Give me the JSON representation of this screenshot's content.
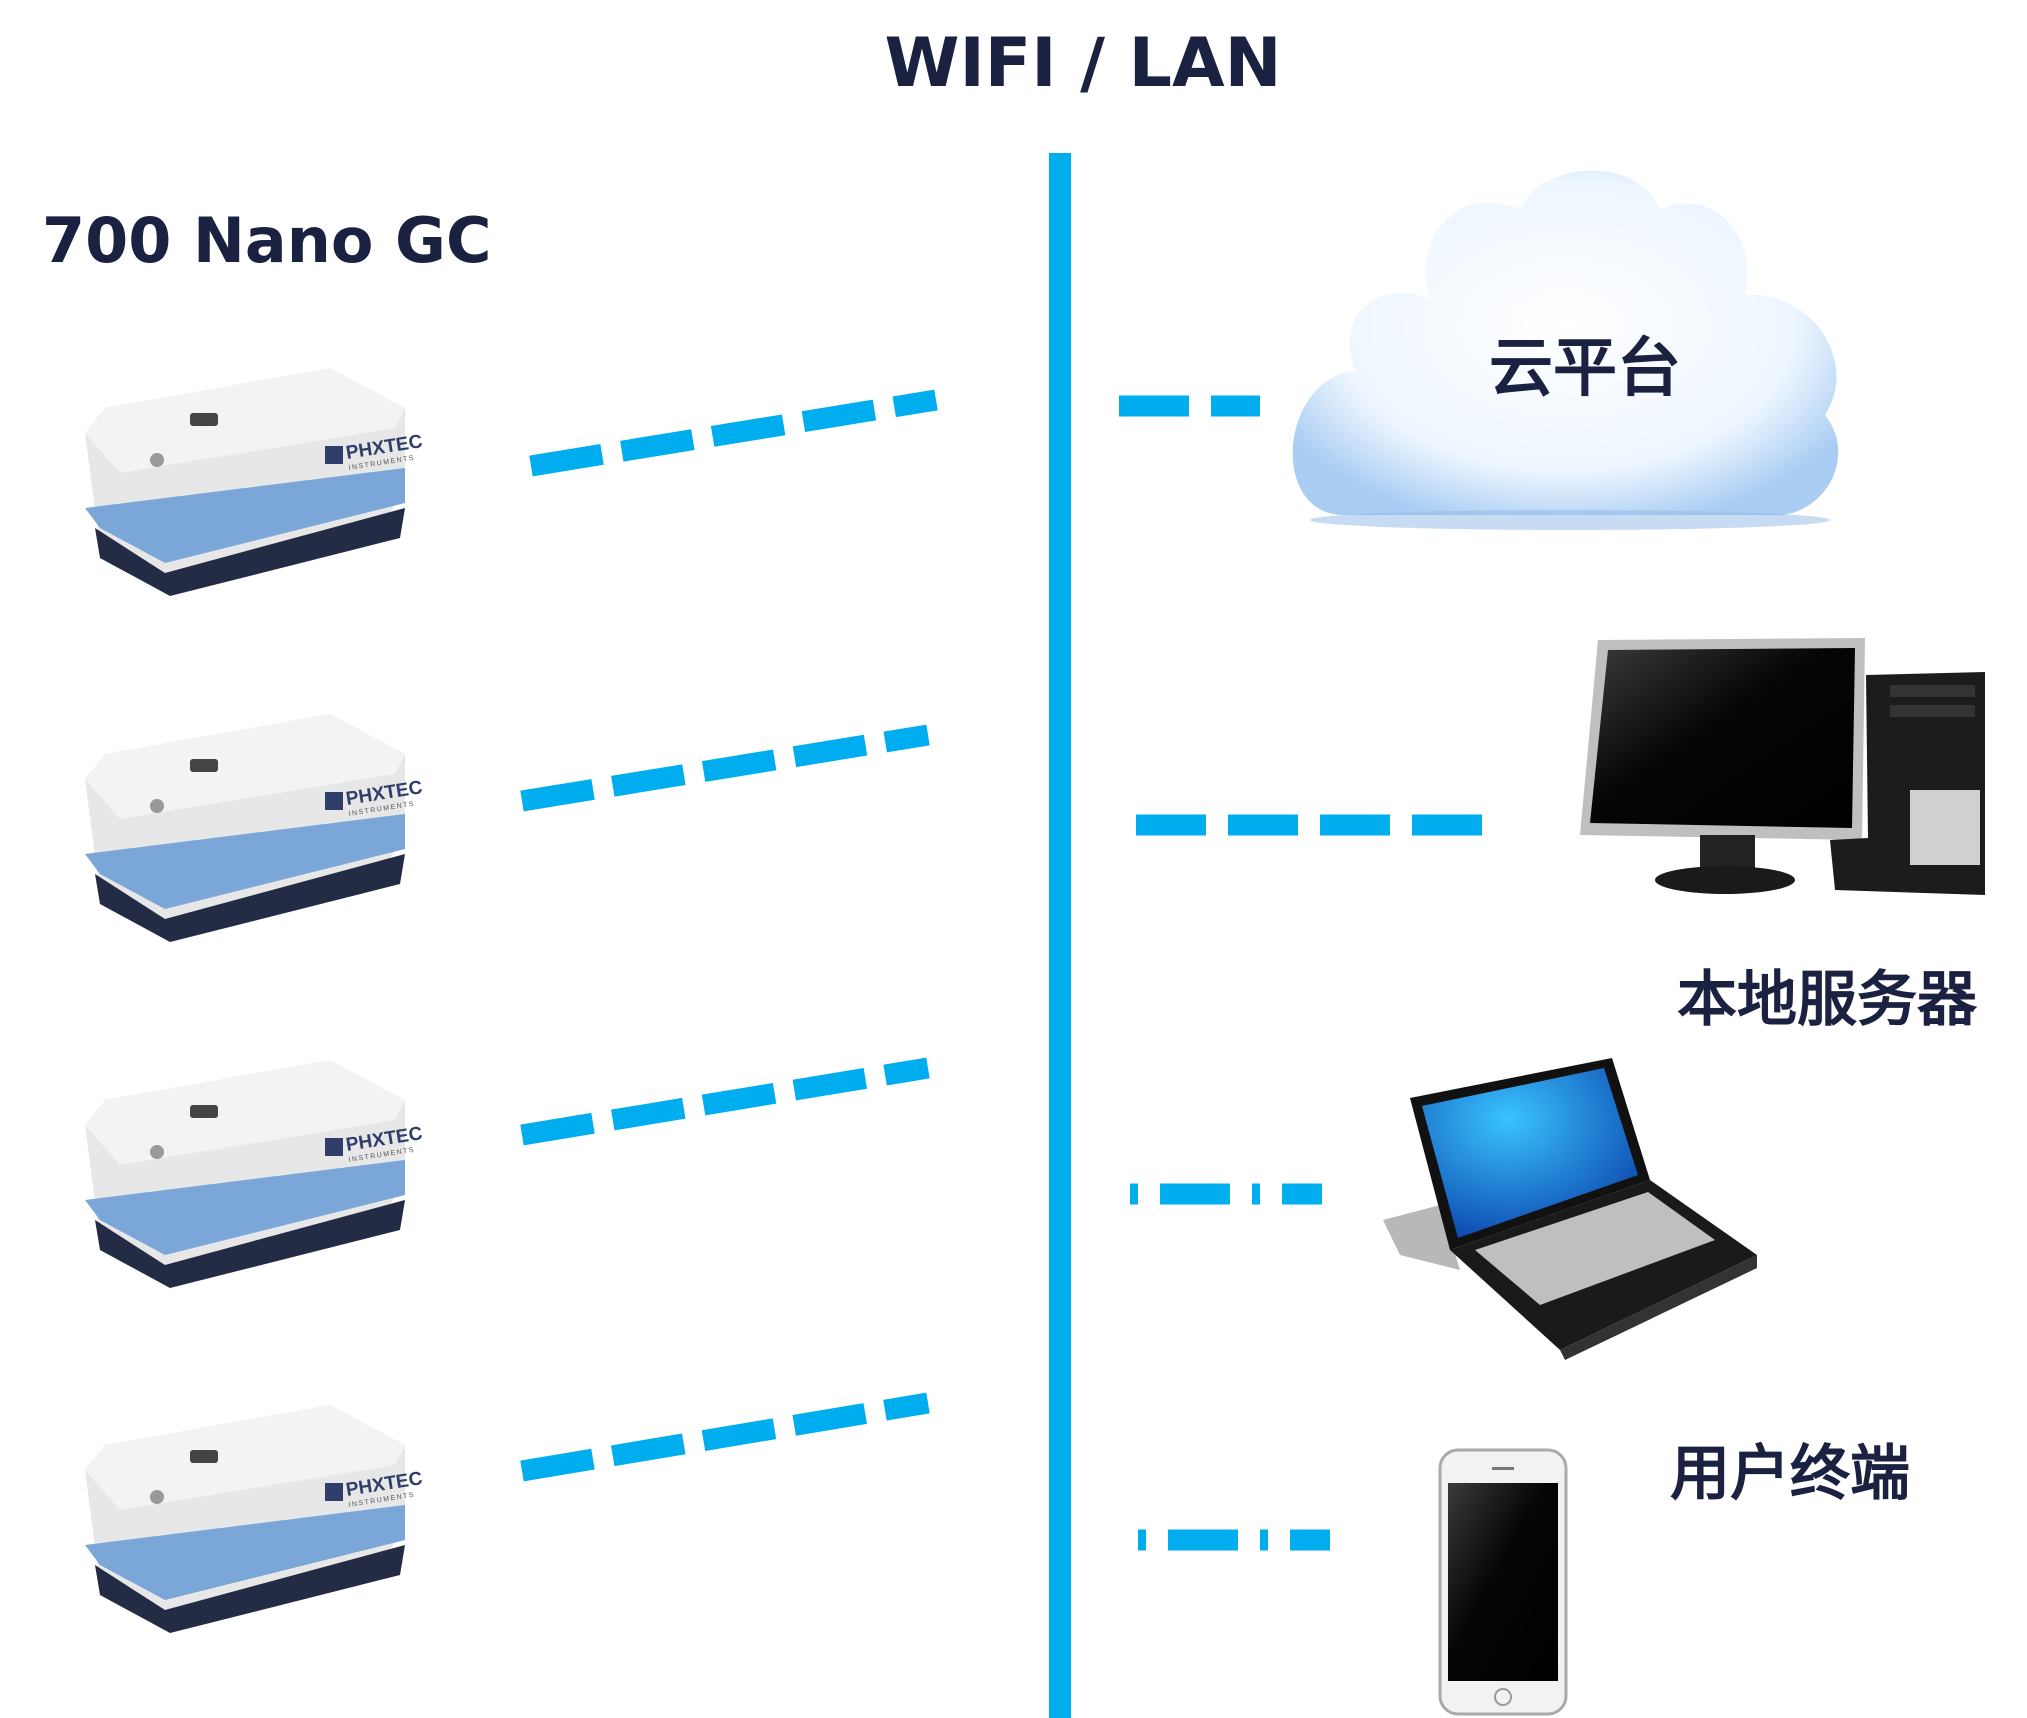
{
  "title": "WIFI / LAN",
  "device_label": "700 Nano GC",
  "device_brand": "PHXTEC",
  "device_brand_sub": "INSTRUMENTS",
  "targets": {
    "cloud": "云平台",
    "server": "本地服务器",
    "terminal": "用户终端"
  },
  "colors": {
    "link": "#00aeef",
    "text": "#1b2140",
    "device_band": "#7aa6d8",
    "device_base": "#232b45"
  }
}
